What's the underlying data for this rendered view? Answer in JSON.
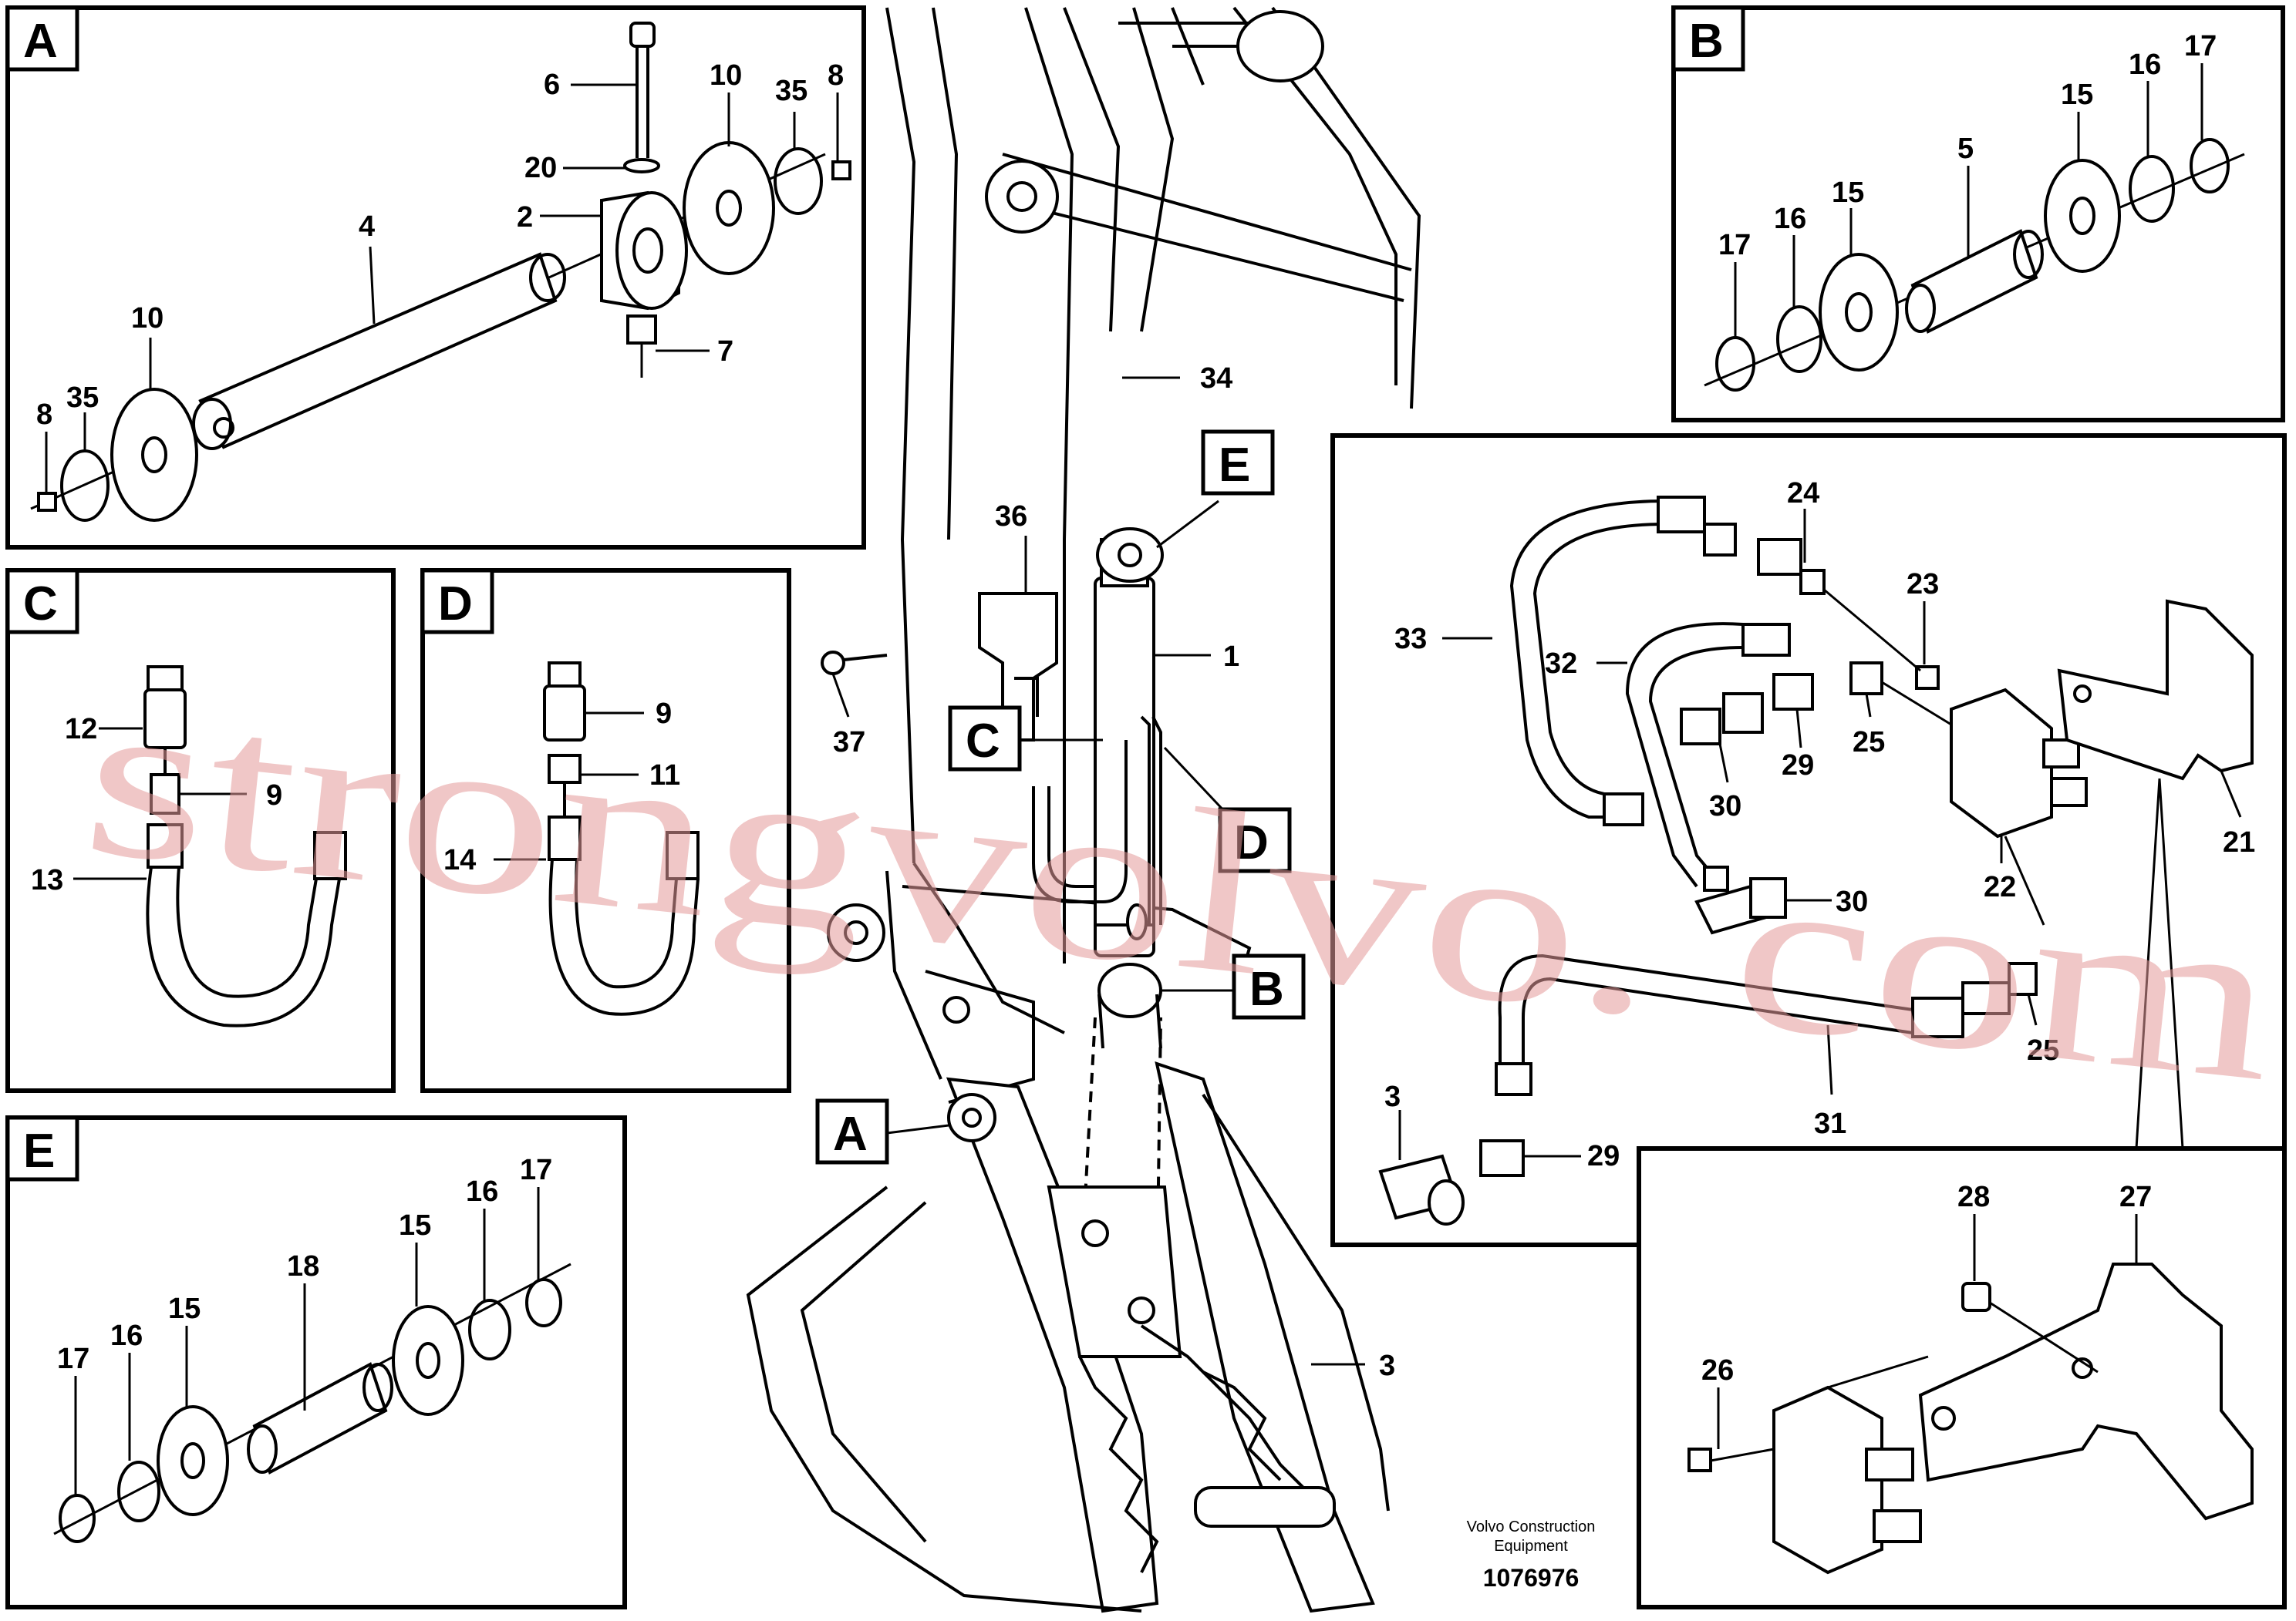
{
  "watermark": "strongvolvo. com",
  "credit": {
    "line1": "Volvo Construction",
    "line2": "Equipment",
    "drawing_number": "1076976"
  },
  "detail_tags": {
    "A": "A",
    "B": "B",
    "C": "C",
    "D": "D",
    "E": "E"
  },
  "callouts": {
    "A": {
      "p6": "6",
      "p20": "20",
      "p2": "2",
      "p10a": "10",
      "p35a": "35",
      "p8a": "8",
      "p4": "4",
      "p7": "7",
      "p10b": "10",
      "p35b": "35",
      "p8b": "8"
    },
    "B": {
      "p5": "5",
      "p15a": "15",
      "p16a": "16",
      "p17a": "17",
      "p15b": "15",
      "p16b": "16",
      "p17b": "17"
    },
    "C": {
      "p12": "12",
      "p9": "9",
      "p13": "13"
    },
    "D": {
      "p9": "9",
      "p11": "11",
      "p14": "14"
    },
    "E": {
      "p18": "18",
      "p15a": "15",
      "p16a": "16",
      "p17a": "17",
      "p15b": "15",
      "p16b": "16",
      "p17b": "17"
    },
    "main": {
      "p34": "34",
      "p36": "36",
      "p1": "1",
      "p37": "37",
      "p3": "3"
    },
    "hyd": {
      "p24": "24",
      "p23": "23",
      "p33": "33",
      "p32": "32",
      "p29": "29",
      "p25a": "25",
      "p30a": "30",
      "p22": "22",
      "p21": "21",
      "p30b": "30",
      "p25b": "25",
      "p31": "31",
      "p3x": "3",
      "p29b": "29"
    },
    "inset": {
      "p28": "28",
      "p27": "27",
      "p26": "26"
    }
  }
}
